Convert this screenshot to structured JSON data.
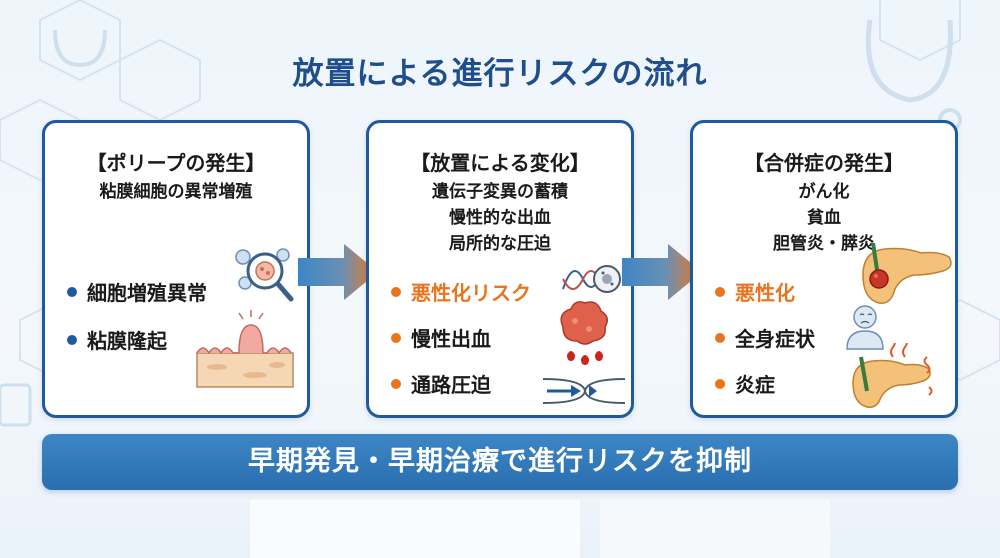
{
  "title": "放置による進行リスクの流れ",
  "colors": {
    "primary": "#1f5a9e",
    "accent": "#e8741f",
    "banner": "#2a6fb0"
  },
  "cards": [
    {
      "title": "【ポリープの発生】",
      "subtitle": [
        "粘膜細胞の異常増殖"
      ],
      "bullets": [
        {
          "label": "細胞増殖異常",
          "highlight": false,
          "icon": "magnifier-cells-icon"
        },
        {
          "label": "粘膜隆起",
          "highlight": false,
          "icon": "mucosa-bump-icon"
        }
      ]
    },
    {
      "title": "【放置による変化】",
      "subtitle": [
        "遺伝子変異の蓄積",
        "慢性的な出血",
        "局所的な圧迫"
      ],
      "bullets": [
        {
          "label": "悪性化リスク",
          "highlight": true,
          "icon": "dna-cell-icon"
        },
        {
          "label": "慢性出血",
          "highlight": false,
          "icon": "bleeding-tumor-icon"
        },
        {
          "label": "通路圧迫",
          "highlight": false,
          "icon": "narrowed-passage-icon"
        }
      ]
    },
    {
      "title": "【合併症の発生】",
      "subtitle": [
        "がん化",
        "貧血",
        "胆管炎・膵炎"
      ],
      "bullets": [
        {
          "label": "悪性化",
          "highlight": true,
          "icon": "pancreas-tumor-icon"
        },
        {
          "label": "全身症状",
          "highlight": false,
          "icon": "sick-person-icon"
        },
        {
          "label": "炎症",
          "highlight": false,
          "icon": "inflamed-pancreas-icon"
        }
      ]
    }
  ],
  "banner": "早期発見・早期治療で進行リスクを抑制"
}
